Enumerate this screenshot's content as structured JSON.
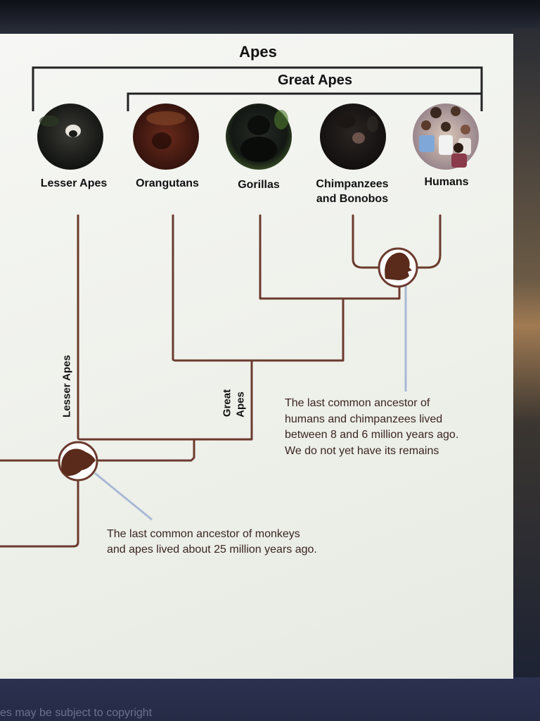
{
  "headings": {
    "apes": "Apes",
    "great_apes": "Great Apes"
  },
  "species": [
    {
      "label": "Lesser Apes",
      "icon": "gibbon-photo"
    },
    {
      "label": "Orangutans",
      "icon": "orangutan-photo"
    },
    {
      "label": "Gorillas",
      "icon": "gorilla-photo"
    },
    {
      "label": "Chimpanzees and Bonobos",
      "line1": "Chimpanzees",
      "line2": "and Bonobos",
      "icon": "chimpanzee-photo"
    },
    {
      "label": "Humans",
      "icon": "humans-photo"
    }
  ],
  "branch_labels": {
    "lesser_apes": "Lesser Apes",
    "great_apes_line1": "Great",
    "great_apes_line2": "Apes"
  },
  "notes": {
    "human_chimp_ancestor": [
      "The last common ancestor of",
      "humans and chimpanzees lived",
      "between 8 and 6 million years ago.",
      "We do not yet have its remains"
    ],
    "monkey_ape_ancestor": [
      "The last common ancestor of monkeys",
      "and apes lived about 25 million years ago."
    ]
  },
  "footer_text": "es may be subject to copyright",
  "colors": {
    "tree_line": "#6b3a2e",
    "ancestor_silhouette": "#5a2a1a",
    "pointer_line": "#a9b8d6",
    "bracket": "#222222"
  }
}
